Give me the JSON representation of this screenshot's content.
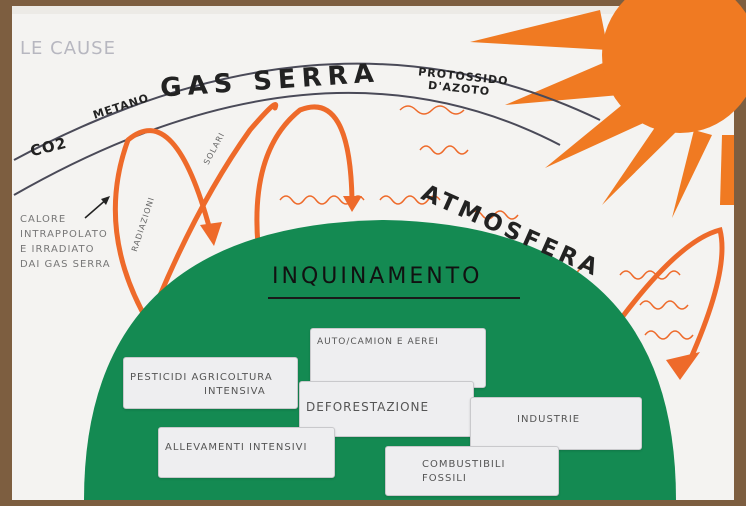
{
  "poster": {
    "section_label": "LE CAUSE",
    "band": {
      "co2": "CO2",
      "metano": "METANO",
      "gas_serra": "GAS  SERRA",
      "protossido_line1": "PROTOSSIDO",
      "protossido_line2": "D'AZOTO"
    },
    "atmosfera": "ATMOSFERA",
    "radiazioni": "RADIAZIONI",
    "solari": "SOLARI",
    "calore_note": [
      "CALORE",
      "INTRAPPOLATO",
      "E IRRADIATO",
      "DAI GAS SERRA"
    ],
    "earth_title": "INQUINAMENTO",
    "cards": {
      "pesticidi_line1": "PESTICIDI  AGRICOLTURA",
      "pesticidi_line2": "INTENSIVA",
      "autocamion": "AUTO/CAMION E AEREI",
      "deforestazione": "DEFORESTAZIONE",
      "industrie": "INDUSTRIE",
      "allevamenti": "ALLEVAMENTI  INTENSIVI",
      "combustibili_line1": "COMBUSTIBILI",
      "combustibili_line2": "FOSSILI"
    },
    "colors": {
      "paper": "#f4f3f1",
      "sun": "#f07a22",
      "earth": "#148a52",
      "band_line": "#4a4a58",
      "arrow": "#ee6a2a",
      "wood": "#7a5a3c"
    }
  }
}
